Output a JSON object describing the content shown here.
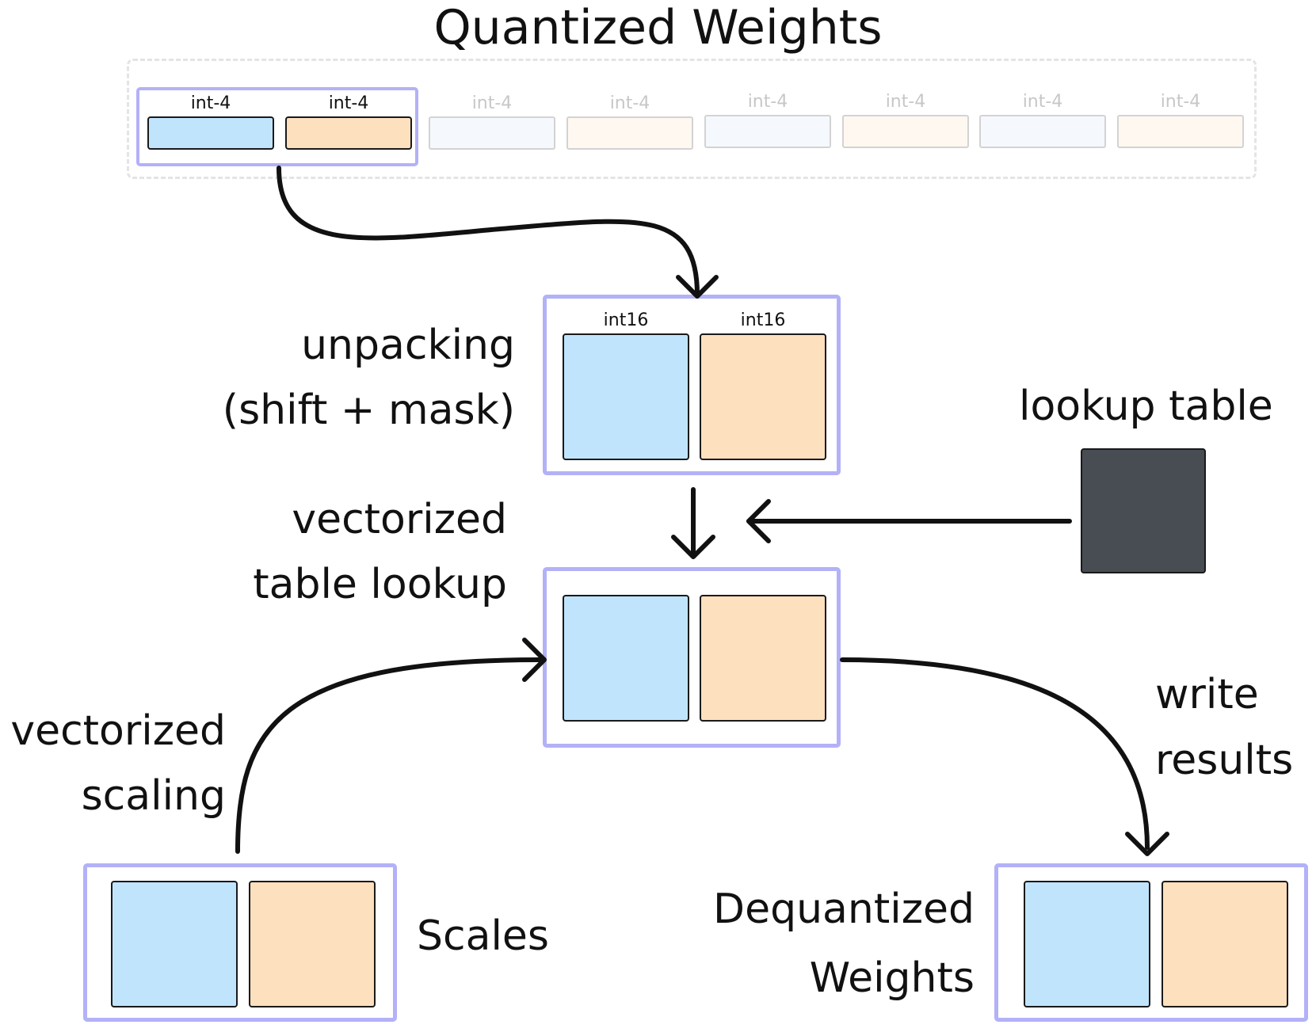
{
  "title": "Quantized Weights",
  "int4_label": "int-4",
  "int16_label": "int16",
  "labels": {
    "unpacking_1": "unpacking",
    "unpacking_2": "(shift + mask)",
    "lookup_table": "lookup table",
    "vt_lookup_1": "vectorized",
    "vt_lookup_2": "table lookup",
    "vscaling_1": "vectorized",
    "vscaling_2": "scaling",
    "write_1": "write",
    "write_2": "results",
    "scales": "Scales",
    "dequant_1": "Dequantized",
    "dequant_2": "Weights"
  },
  "colors": {
    "frame": "#b3b1f7",
    "blue_cell": "#c1e4fd",
    "peach_cell": "#fde0bd",
    "lookup_block": "#484d54",
    "arrow": "#111111"
  }
}
